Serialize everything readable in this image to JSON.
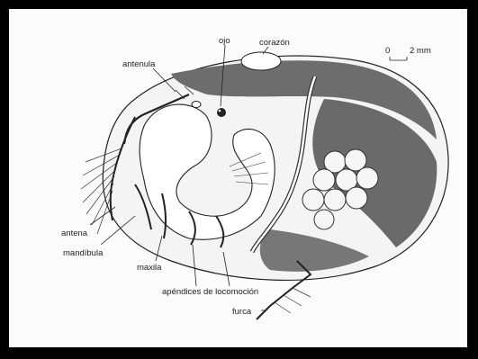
{
  "labels": {
    "ojo": "ojo",
    "corazon": "corazón",
    "antenula": "antenula",
    "antena": "antena",
    "mandibula": "mandíbula",
    "maxila": "maxila",
    "apendices": "apéndices de locomoción",
    "furca": "furca"
  },
  "scale_bar": {
    "zero": "0",
    "value": "2 mm"
  }
}
